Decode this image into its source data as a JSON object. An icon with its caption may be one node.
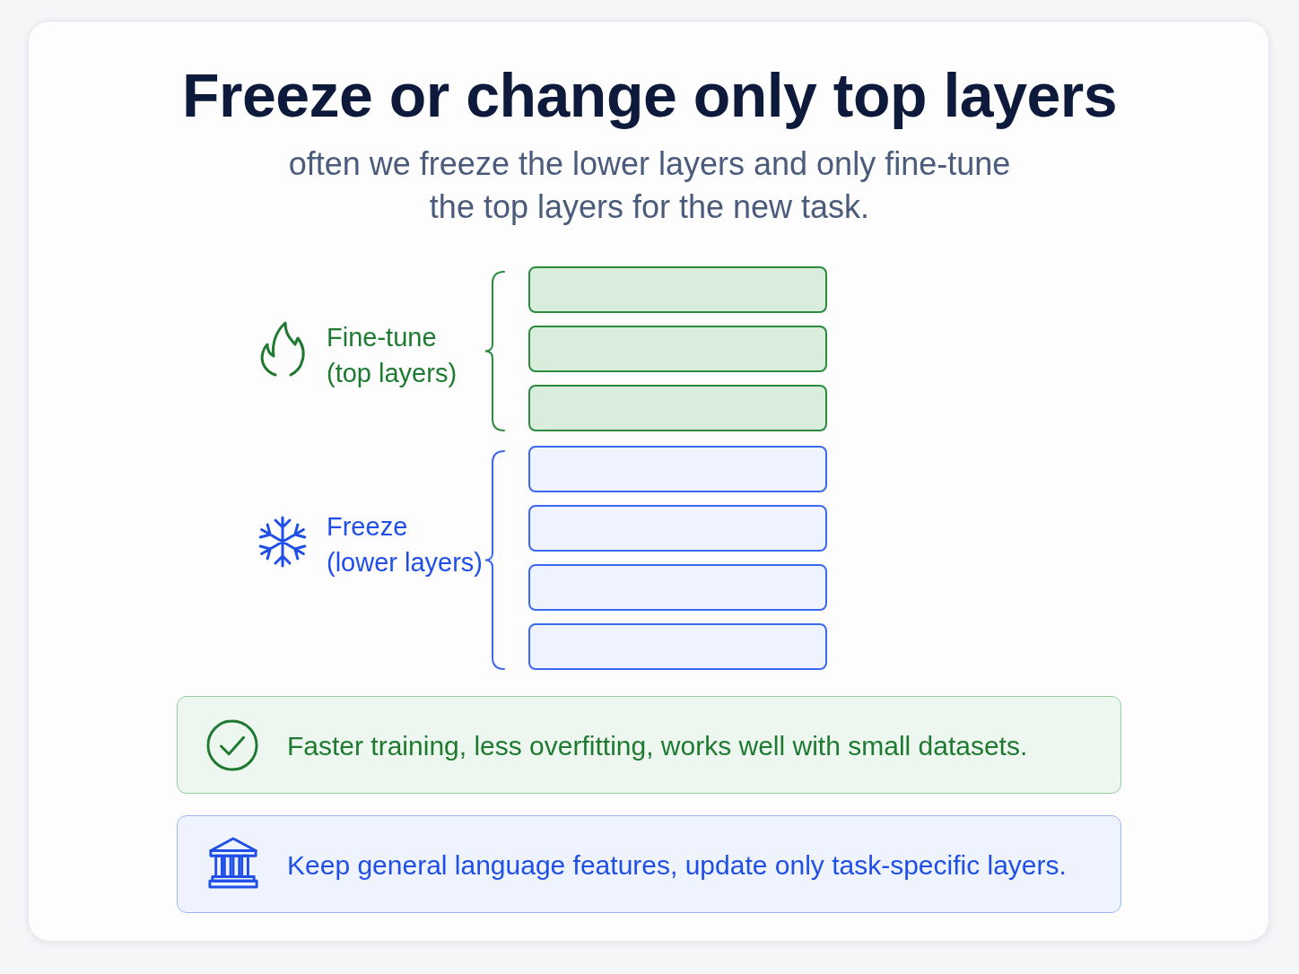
{
  "diagram": {
    "title": "Freeze or change only top layers",
    "nodes": [
      {
        "text": [],
        "shape": "box"
      },
      {
        "text": [],
        "shape": "box"
      },
      {
        "text": [],
        "shape": "box"
      },
      {
        "text": [],
        "shape": "box"
      },
      {
        "text": [],
        "shape": "box"
      },
      {
        "text": [],
        "shape": "box"
      },
      {
        "text": [],
        "shape": "box"
      },
      {
        "text": [
          "Faster training, less overfitting, works well with small datasets."
        ]
      },
      {
        "text": [
          "Keep general language features, update only task-specific layers."
        ]
      }
    ],
    "labels": [
      "often we freeze the lower layers and only fine-tune the top layers for the new task.",
      "Fine-tune (top layers)",
      "Freeze (lower layers)"
    ]
  }
}
